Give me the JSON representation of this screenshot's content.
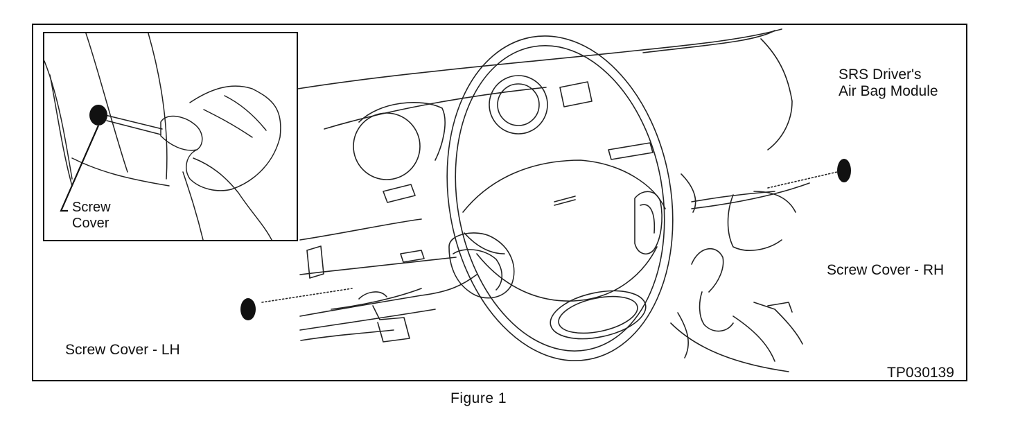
{
  "labels": {
    "airbag_module": "SRS Driver's\nAir Bag Module",
    "screw_cover_rh": "Screw Cover - RH",
    "screw_cover_lh": "Screw Cover - LH",
    "inset_screw_cover": "Screw\nCover",
    "figure_id": "TP030139",
    "caption": "Figure  1"
  },
  "icons": {
    "steering_wheel": "steering-wheel-icon",
    "screwdriver": "screwdriver-icon",
    "screw_cover": "screw-cover-icon",
    "hand": "hand-icon"
  }
}
